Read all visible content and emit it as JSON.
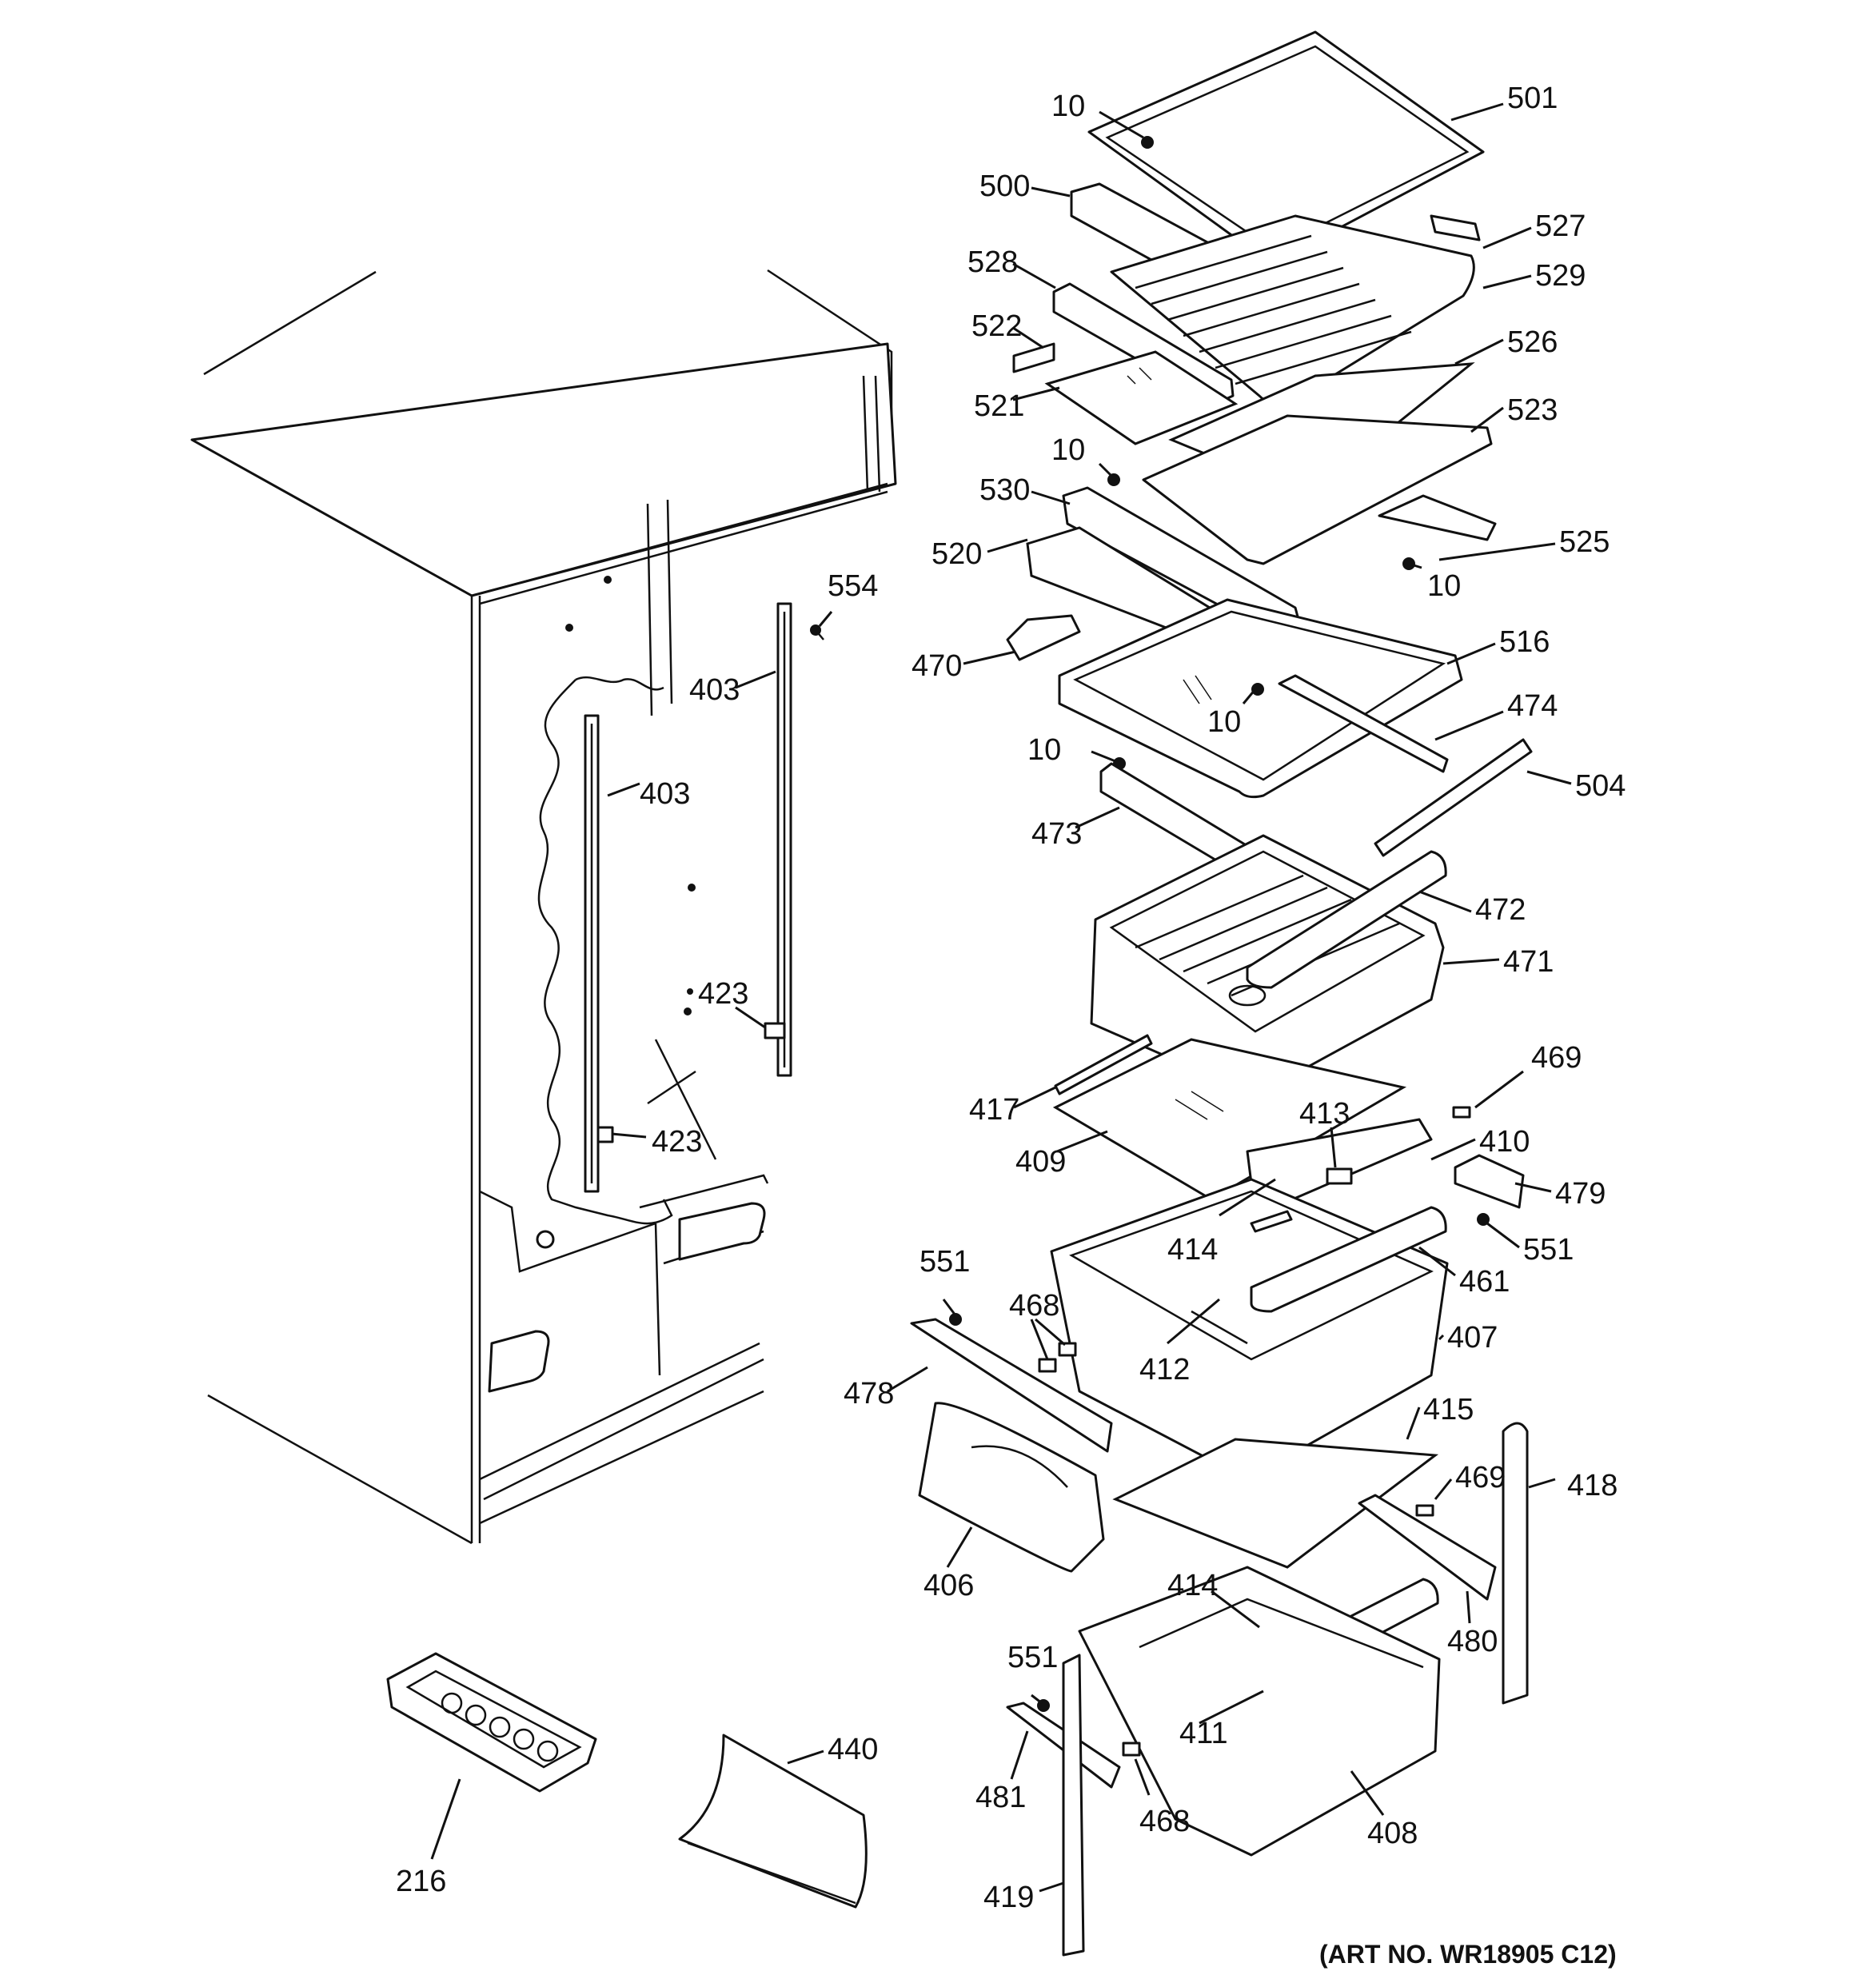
{
  "diagram": {
    "art_number": "(ART NO. WR18905 C12)",
    "callouts": {
      "c10_top": "10",
      "c501": "501",
      "c500": "500",
      "c527": "527",
      "c528": "528",
      "c529": "529",
      "c522": "522",
      "c526": "526",
      "c521": "521",
      "c523": "523",
      "c10_mid": "10",
      "c530": "530",
      "c525": "525",
      "c520": "520",
      "c10_right": "10",
      "c554": "554",
      "c516": "516",
      "c470": "470",
      "c403_right": "403",
      "c10_shelf": "10",
      "c474": "474",
      "c403_left": "403",
      "c10_low": "10",
      "c504": "504",
      "c473": "473",
      "c472": "472",
      "c471": "471",
      "c423_upper": "423",
      "c469_upper": "469",
      "c417": "417",
      "c413": "413",
      "c423_lower": "423",
      "c410": "410",
      "c409": "409",
      "c479": "479",
      "c414_upper": "414",
      "c551_right": "551",
      "c551_left": "551",
      "c461": "461",
      "c468_upper": "468",
      "c407": "407",
      "c412": "412",
      "c478": "478",
      "c415": "415",
      "c469_lower": "469",
      "c418": "418",
      "c406": "406",
      "c414_lower": "414",
      "c480": "480",
      "c551_lower": "551",
      "c440": "440",
      "c411": "411",
      "c481": "481",
      "c468_lower": "468",
      "c408": "408",
      "c216": "216",
      "c419": "419"
    }
  }
}
